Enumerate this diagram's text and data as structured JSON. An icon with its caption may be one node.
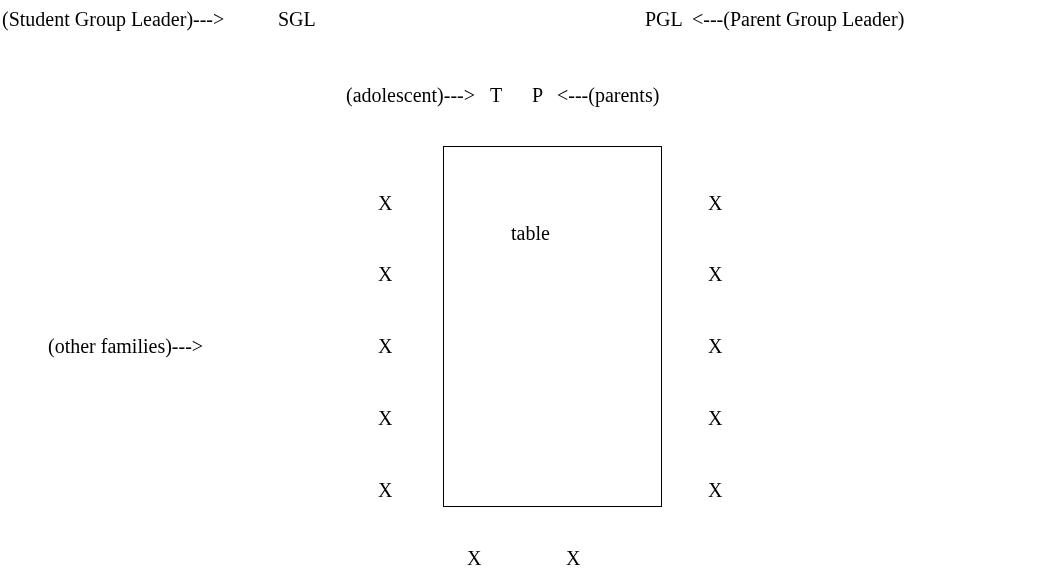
{
  "diagram": {
    "nodes": [
      {
        "text": [
          "table"
        ]
      }
    ],
    "labels": [
      "(Student Group Leader)--->",
      "SGL",
      "PGL",
      "<---(Parent Group Leader)",
      "(adolescent)--->",
      "T",
      "P",
      "<---(parents)",
      "X",
      "X",
      "X",
      "X",
      "(other families)--->",
      "X",
      "X",
      "X",
      "X",
      "X",
      "X",
      "X",
      "X"
    ]
  }
}
